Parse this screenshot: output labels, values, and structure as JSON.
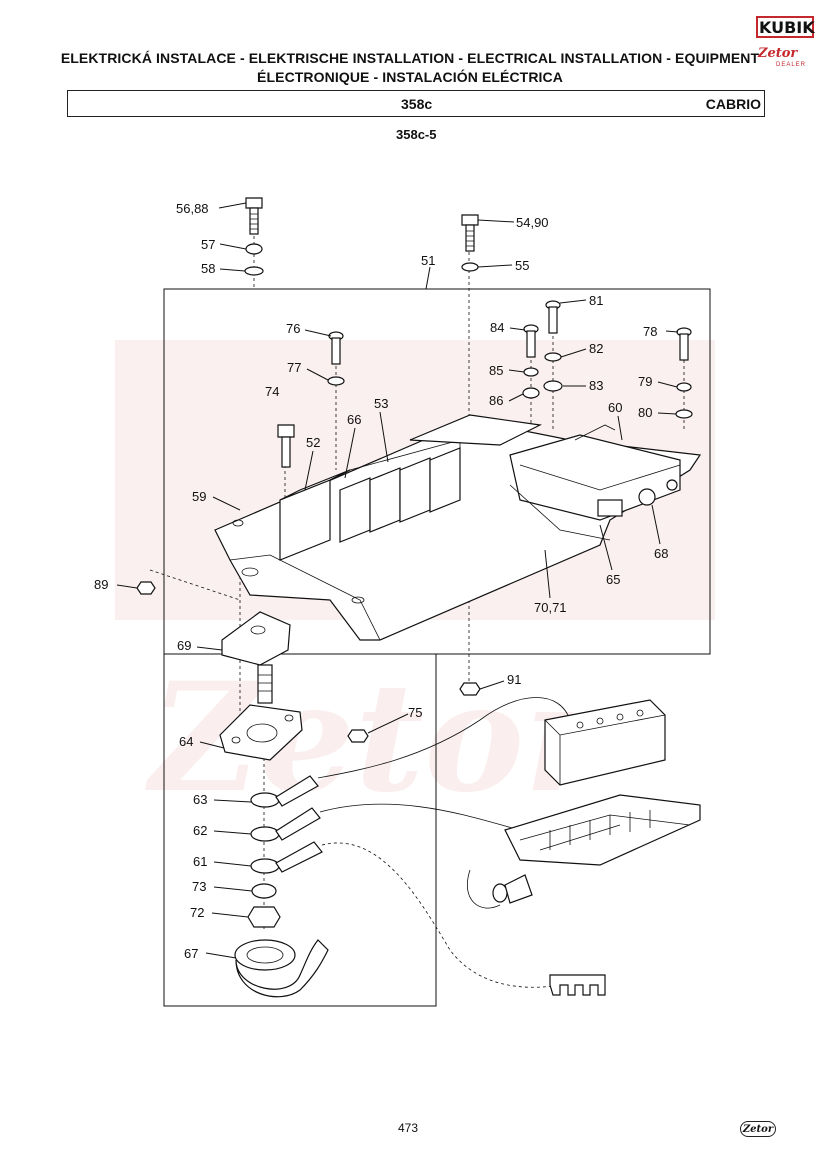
{
  "header": {
    "title_line1": "ELEKTRICKÁ INSTALACE - ELEKTRISCHE INSTALLATION - ELECTRICAL INSTALLATION - EQUIPMENT",
    "title_line2": "ÉLECTRONIQUE - INSTALACIÓN ELÉCTRICA",
    "model_code": "358c",
    "variant": "CABRIO",
    "figure_code": "358c-5"
  },
  "branding": {
    "kubik_logo": "KUBIK",
    "zetor_logo": "Zetor",
    "dealer_text": "DEALER",
    "brand_color": "#c4272c"
  },
  "footer": {
    "page_number": "473",
    "zetor_badge": "Zetor"
  },
  "callouts": {
    "c5688": "56,88",
    "c5490": "54,90",
    "c57": "57",
    "c58": "58",
    "c55": "55",
    "c51": "51",
    "c81": "81",
    "c76": "76",
    "c84": "84",
    "c78": "78",
    "c82": "82",
    "c77": "77",
    "c85": "85",
    "c83": "83",
    "c79": "79",
    "c74": "74",
    "c86": "86",
    "c80": "80",
    "c53": "53",
    "c60": "60",
    "c66": "66",
    "c52": "52",
    "c59": "59",
    "c68": "68",
    "c65": "65",
    "c89": "89",
    "c7071": "70,71",
    "c69": "69",
    "c91": "91",
    "c75": "75",
    "c64": "64",
    "c63": "63",
    "c62": "62",
    "c61": "61",
    "c73": "73",
    "c72": "72",
    "c67": "67"
  }
}
